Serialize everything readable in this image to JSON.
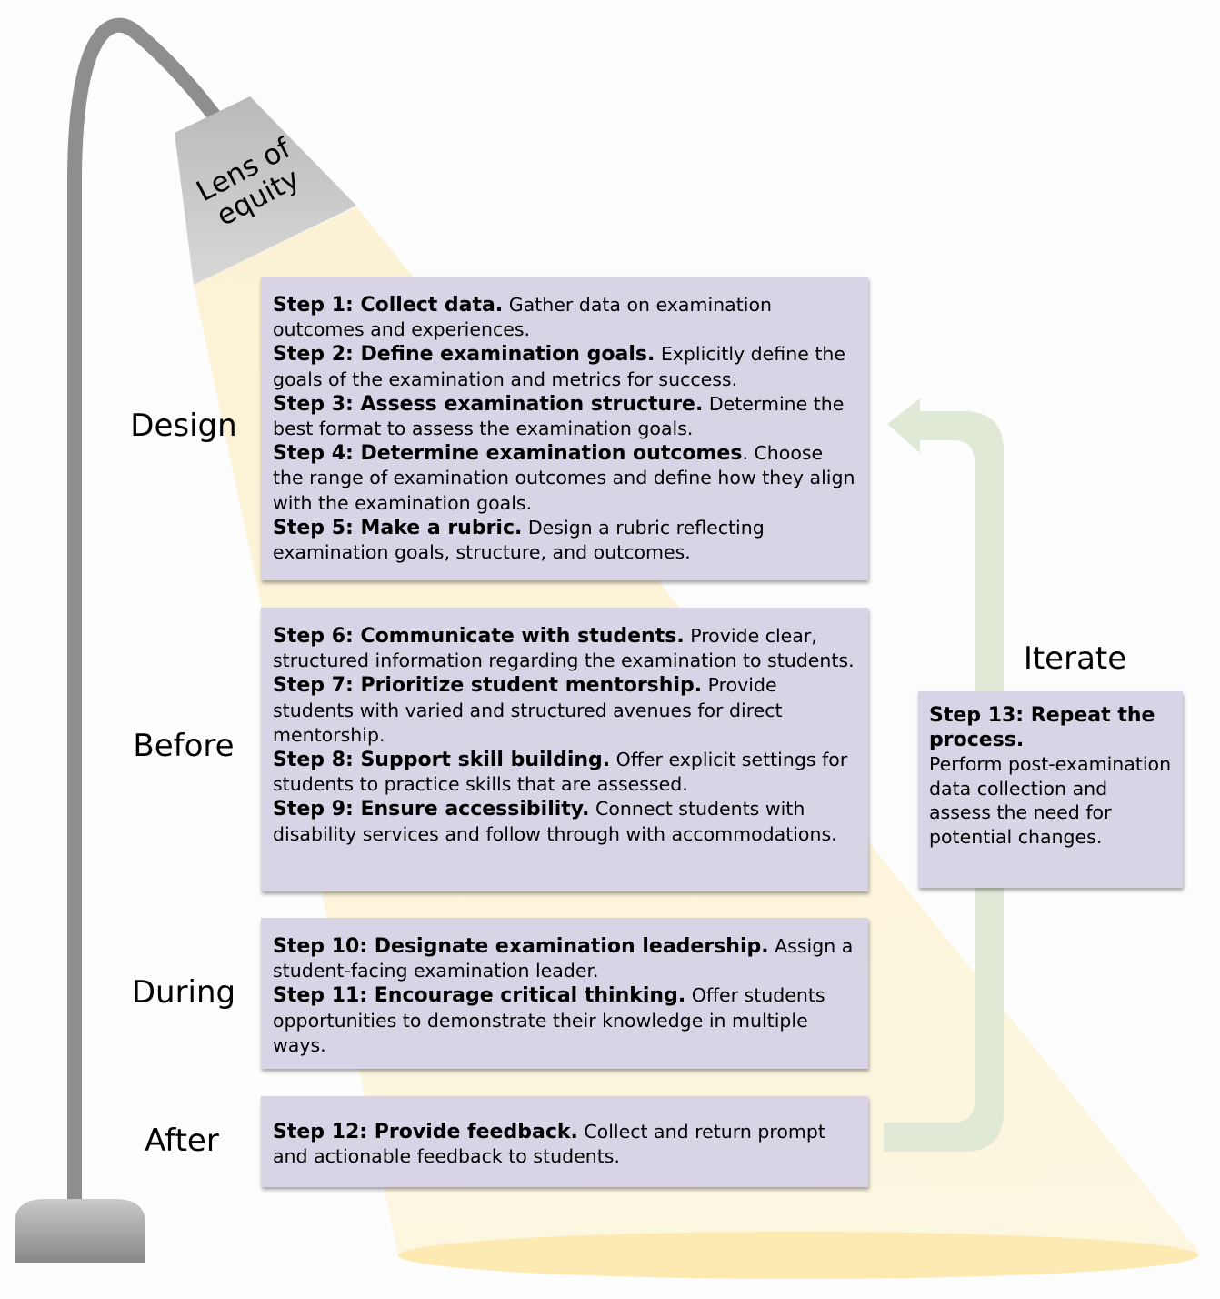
{
  "lens": {
    "label_line1": "Lens of",
    "label_line2": "equity"
  },
  "phases": {
    "design": "Design",
    "before": "Before",
    "during": "During",
    "after": "After"
  },
  "iterate_label": "Iterate",
  "steps": [
    {
      "title": "Step 1: Collect data.",
      "text": " Gather data on examination outcomes and experiences."
    },
    {
      "title": "Step 2: Define examination goals.",
      "text": " Explicitly define the goals of the examination and metrics for success."
    },
    {
      "title": "Step 3: Assess examination structure.",
      "text": " Determine the best format to assess the examination goals."
    },
    {
      "title": "Step 4: Determine examination outcomes",
      "text": ". Choose the range of examination outcomes and define how they align with the examination goals."
    },
    {
      "title": "Step 5: Make a rubric.",
      "text": " Design a rubric reflecting examination goals, structure, and outcomes."
    },
    {
      "title": "Step 6: Communicate with students.",
      "text": " Provide clear, structured information regarding the examination to students."
    },
    {
      "title": "Step 7: Prioritize student mentorship.",
      "text": " Provide students with varied and structured avenues for direct mentorship."
    },
    {
      "title": "Step 8: Support skill building.",
      "text": " Offer explicit settings for students to practice skills that are assessed."
    },
    {
      "title": "Step 9: Ensure accessibility.",
      "text": " Connect students with disability services and follow through with accommodations."
    },
    {
      "title": "Step 10: Designate examination leadership.",
      "text": " Assign a student-facing examination leader."
    },
    {
      "title": "Step 11: Encourage critical thinking.",
      "text": " Offer students opportunities to demonstrate their knowledge in multiple ways."
    },
    {
      "title": "Step 12: Provide feedback.",
      "text": " Collect and return prompt and actionable feedback to students."
    },
    {
      "title": "Step 13: Repeat the process.",
      "text": " Perform post-examination data collection and assess the need for potential changes."
    }
  ],
  "colors": {
    "box_fill": "#d9d3e6",
    "light_beam": "#fdf6dc",
    "floor_ellipse": "#fde9b0",
    "arrow": "#dfe9d6",
    "lamp_gray": "#8c8c8c"
  }
}
